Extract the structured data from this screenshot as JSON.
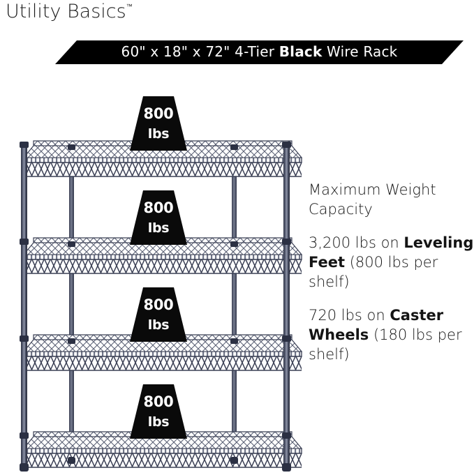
{
  "brand": {
    "name": "Utility Basics",
    "trademark": "™"
  },
  "banner": {
    "dimensions": "60\" x 18\" x 72\"",
    "tier": "4-Tier",
    "color_word": "Black",
    "product": "Wire Rack",
    "full_text": "60\" x 18\" x 72\" 4-Tier Black Wire Rack",
    "background_color": "#000000",
    "text_color": "#ffffff"
  },
  "product": {
    "rack_color_hex": "#3b4055",
    "shelf_count": 4,
    "badges": [
      {
        "number": "800",
        "unit": "lbs"
      },
      {
        "number": "800",
        "unit": "lbs"
      },
      {
        "number": "800",
        "unit": "lbs"
      },
      {
        "number": "800",
        "unit": "lbs"
      }
    ]
  },
  "copy": {
    "heading_line1": "Maximum Weight",
    "heading_line2": "Capacity",
    "leveling": {
      "value": "3,200 lbs on ",
      "bold": "Leveling Feet",
      "note": " (800 lbs per shelf)"
    },
    "caster": {
      "value": "720 lbs on ",
      "bold": "Caster Wheels",
      "note": " (180 lbs per shelf)"
    }
  }
}
